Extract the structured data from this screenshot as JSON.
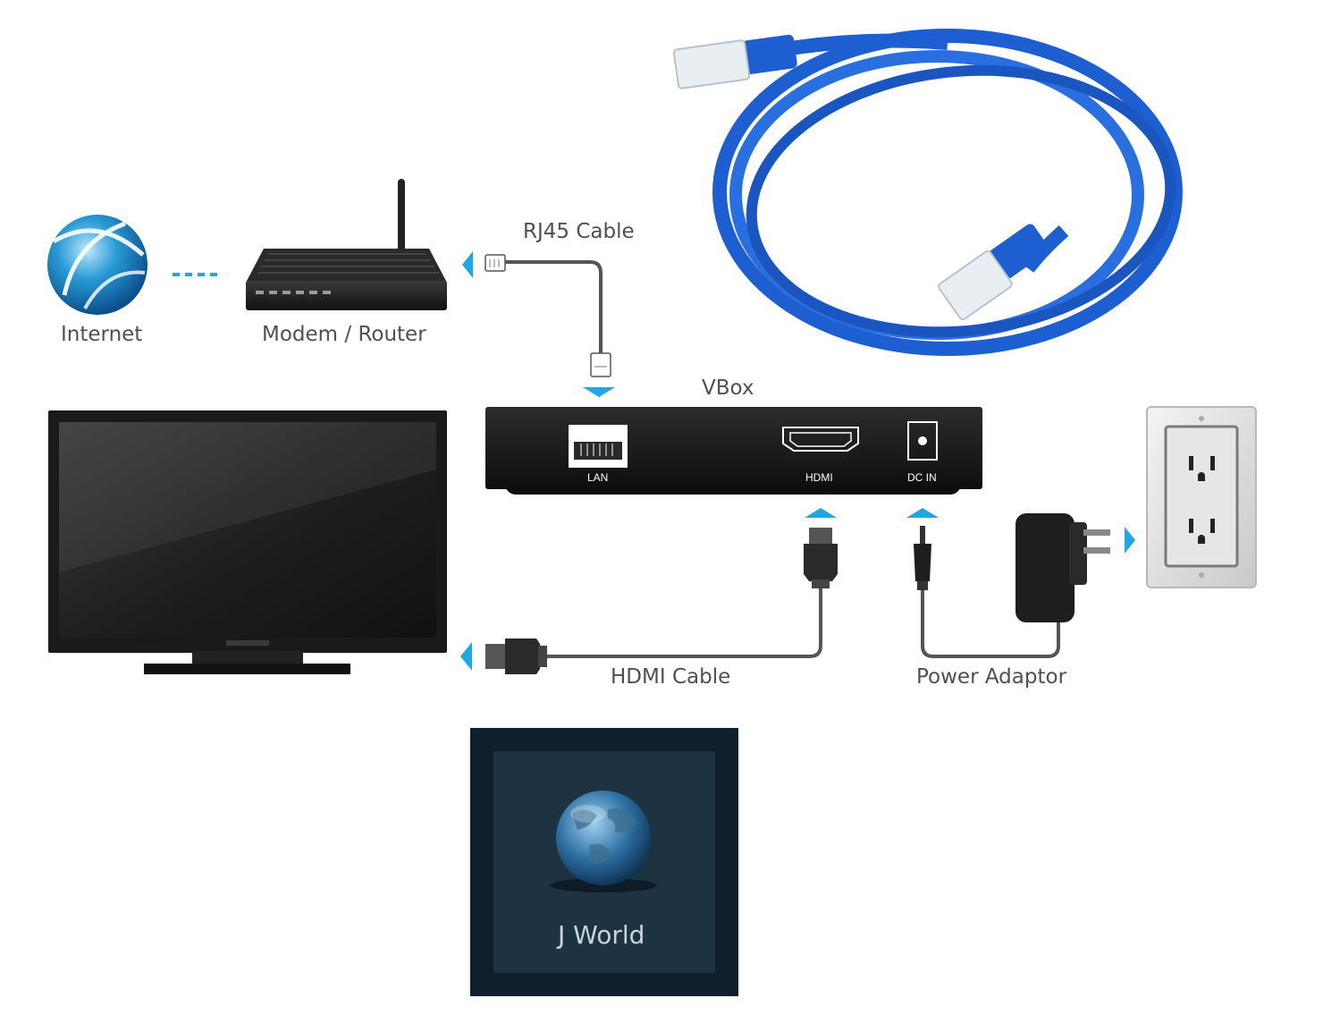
{
  "labels": {
    "internet": "Internet",
    "router": "Modem / Router",
    "rj45": "RJ45 Cable",
    "vbox": "VBox",
    "hdmi_cable": "HDMI Cable",
    "power_adaptor": "Power Adaptor"
  },
  "ports": {
    "lan": "LAN",
    "hdmi": "HDMI",
    "dc_in": "DC IN"
  },
  "app_tile": {
    "label": "J World"
  },
  "colors": {
    "arrow": "#1ea7e1",
    "label_text": "#505050",
    "cable_blue": "#1d5fd1",
    "device_dark": "#1c1c1c",
    "tile_bg": "#0f1f2b",
    "tile_inner": "#1d3342"
  }
}
